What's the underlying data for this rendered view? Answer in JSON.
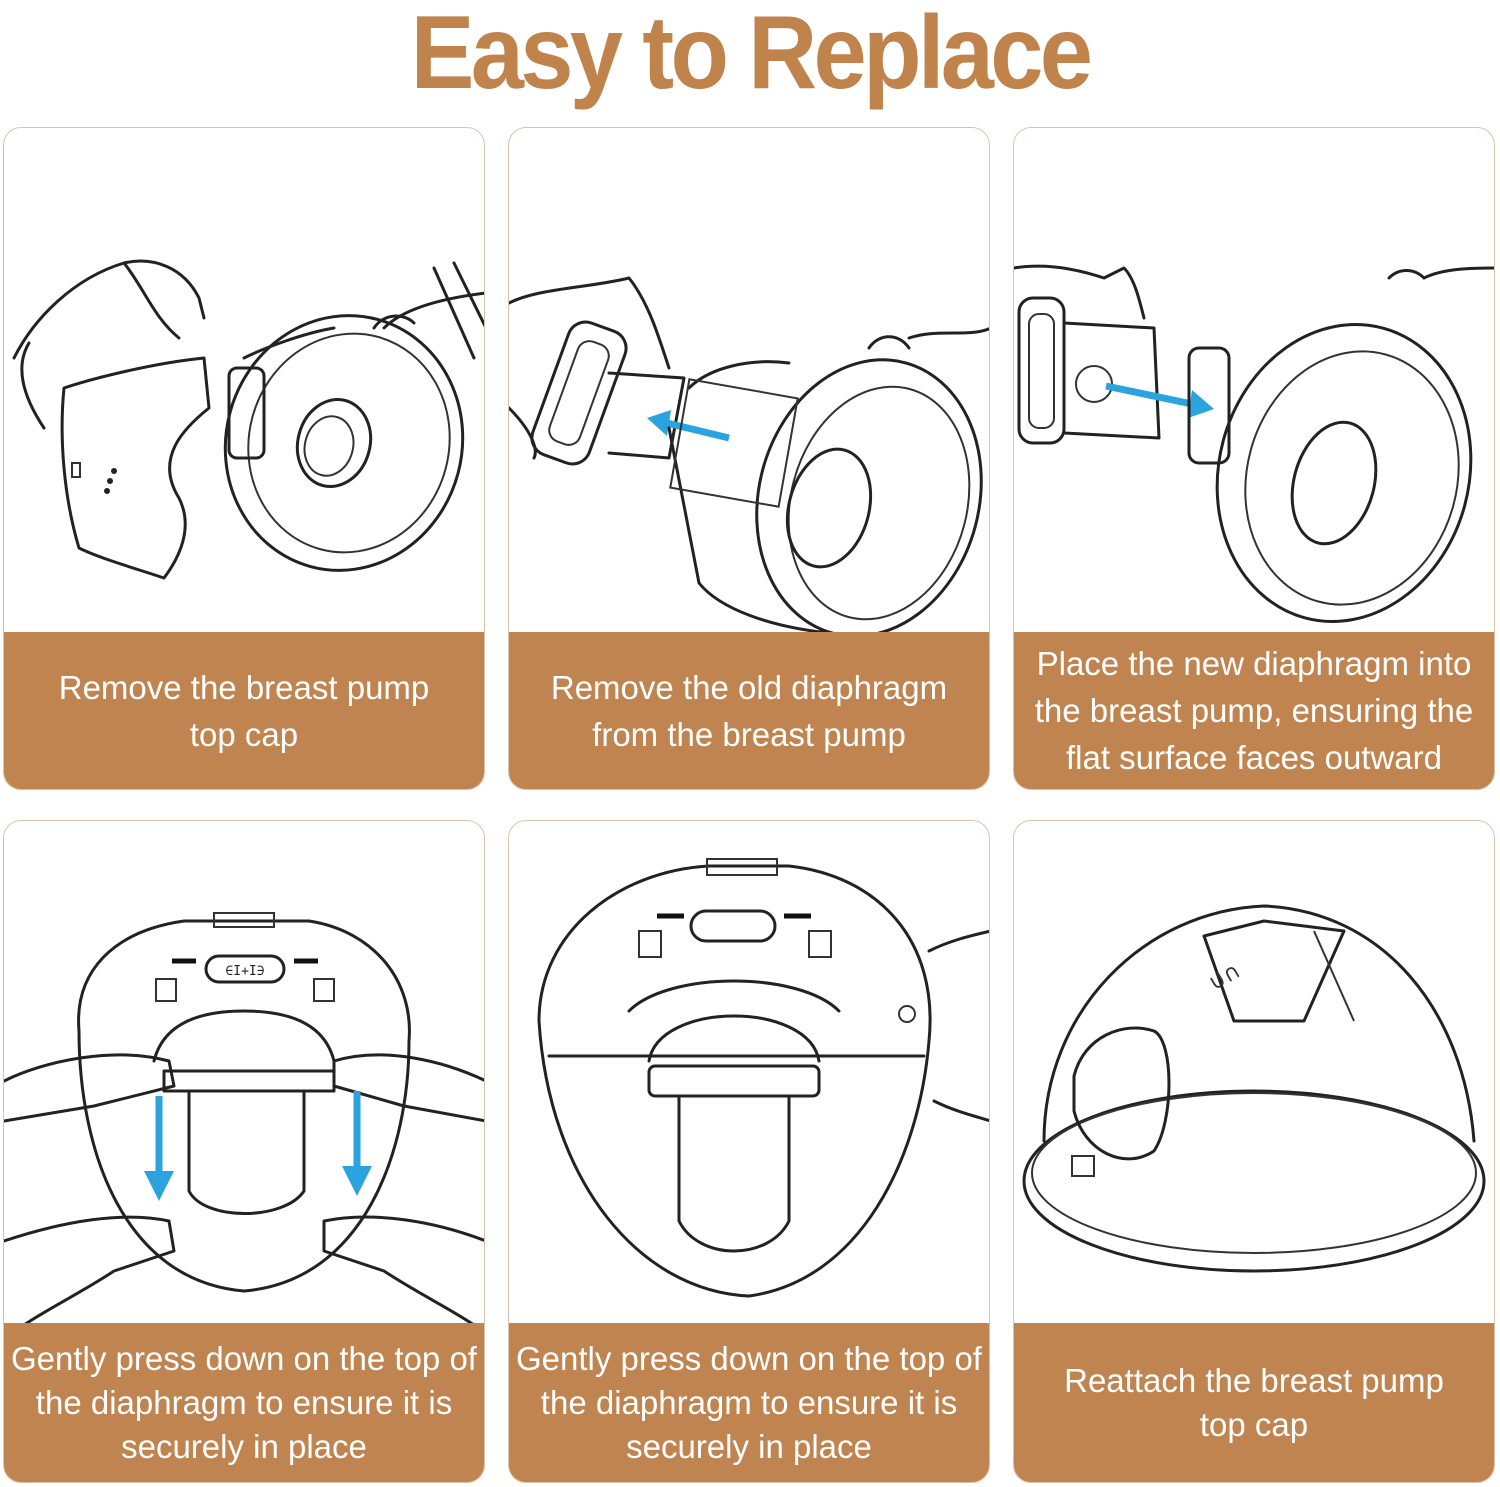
{
  "title": "Easy to Replace",
  "steps": [
    {
      "caption": "Remove the breast pump top cap"
    },
    {
      "caption": "Remove the old diaphragm from the breast pump"
    },
    {
      "caption": "Place the new diaphragm into the breast pump, ensuring the flat surface faces outward"
    },
    {
      "caption": "Gently press down on the top of the diaphragm to ensure it is securely in place"
    },
    {
      "caption": "Gently press down on the top of the diaphragm to ensure it is securely in place"
    },
    {
      "caption": "Reattach the breast pump top cap"
    }
  ],
  "device_label": "∈I+I∋",
  "colors": {
    "title": "#c0834c",
    "caption_bg": "#bf844f",
    "arrow": "#2aa3de"
  }
}
